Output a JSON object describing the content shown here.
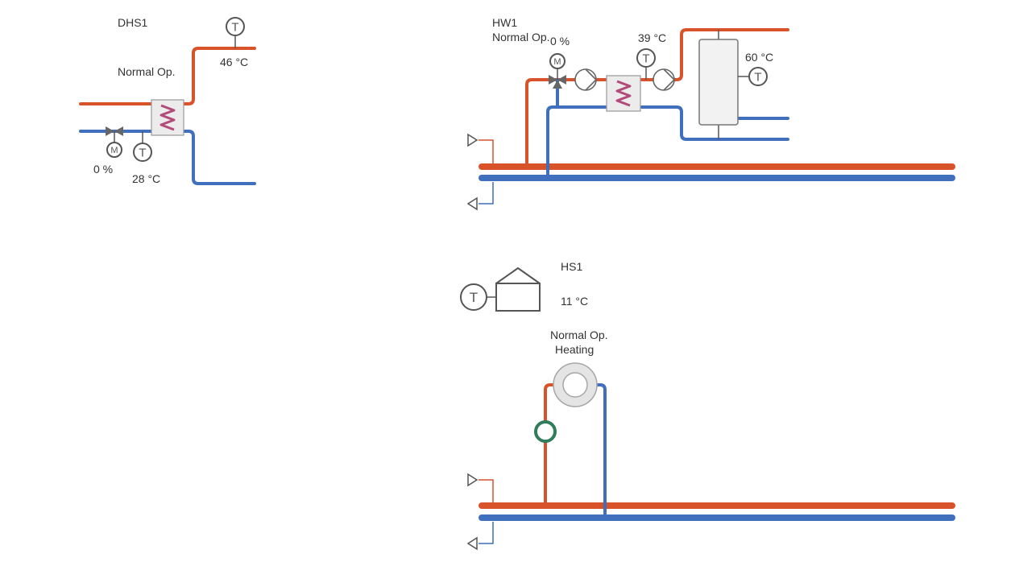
{
  "colors": {
    "supply": "#d9532a",
    "return": "#3f6fbd",
    "sensor": "#555555",
    "circulator": "#2f7d5a"
  },
  "dhs1": {
    "name": "DHS1",
    "status": "Normal Op.",
    "supply_temp": "46 °C",
    "return_temp": "28 °C",
    "valve_position": "0 %"
  },
  "hw1": {
    "name": "HW1",
    "status": "Normal Op.",
    "valve_position": "0 %",
    "hx_outlet_temp": "39 °C",
    "tank_temp": "60 °C"
  },
  "hs1": {
    "name": "HS1",
    "room_temp": "11 °C",
    "status": "Normal Op.",
    "mode": "Heating"
  },
  "symbols": {
    "temperature_letter": "T",
    "motor_letter": "M"
  }
}
